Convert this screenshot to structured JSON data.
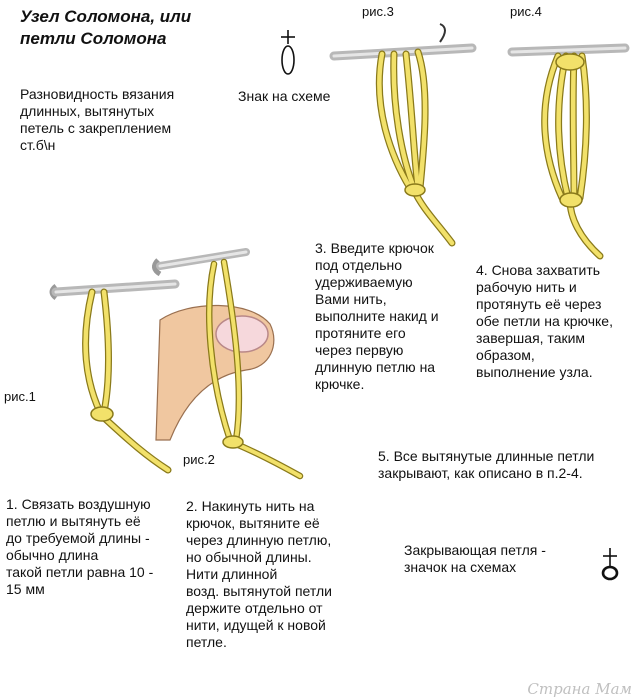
{
  "title": "Узел Соломона, или\nпетли Соломона",
  "description": "Разновидность вязания\nдлинных, вытянутых\nпетель с закреплением\nст.б\\н",
  "symbol_caption": "Знак на схеме",
  "figures": {
    "fig1": "рис.1",
    "fig2": "рис.2",
    "fig3": "рис.3",
    "fig4": "рис.4"
  },
  "steps": {
    "step1": "1. Связать воздушную\nпетлю и вытянуть её\nдо требуемой длины -\nобычно длина\nтакой петли равна 10 -\n15 мм",
    "step2": "2. Накинуть нить на\nкрючок, вытяните её\nчерез длинную петлю,\nно обычной длины.\nНити длинной\nвозд. вытянутой петли\n держите отдельно от\nнити, идущей к новой\nпетле.",
    "step3": "3. Введите крючок\nпод отдельно\nудерживаемую\nВами нить,\nвыполните накид и\nпротяните его\nчерез первую\nдлинную петлю на\nкрючке.",
    "step4": "4.  Снова захватить\nрабочую нить и\nпротянуть её через\nобе петли на крючке,\nзавершая, таким\nобразом,\nвыполнение узла.",
    "step5": "5. Все вытянутые длинные петли\nзакрывают, как описано в п.2-4."
  },
  "closing_caption": "Закрывающая петля -\nзначок на схемах",
  "watermark": "Страна Мам",
  "colors": {
    "yarn": "#f2e16a",
    "yarn_outline": "#8a7a1a",
    "hook": "#c9c9c9",
    "skin": "#f0c7a0"
  }
}
